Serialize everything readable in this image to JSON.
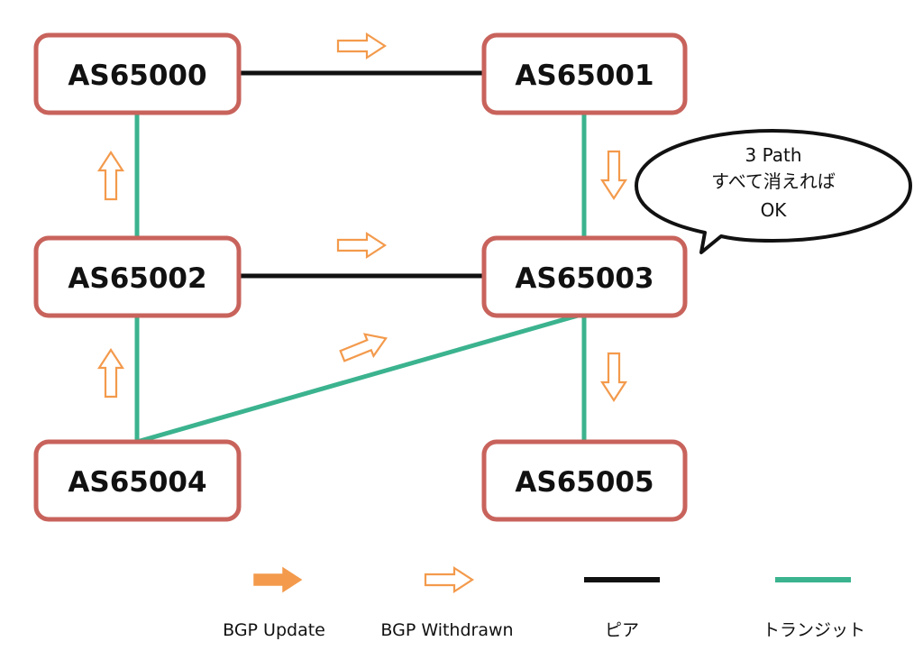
{
  "nodes": {
    "as65000": "AS65000",
    "as65001": "AS65001",
    "as65002": "AS65002",
    "as65003": "AS65003",
    "as65004": "AS65004",
    "as65005": "AS65005"
  },
  "callout": {
    "line1": "3 Path",
    "line2": "すべて消えれば",
    "line3": "OK"
  },
  "legend": {
    "update": "BGP Update",
    "withdrawn": "BGP Withdrawn",
    "peer": "ピア",
    "transit": "トランジット"
  },
  "colors": {
    "node_border": "#c8635c",
    "arrow": "#f39a4c",
    "peer_line": "#111111",
    "transit_line": "#3bb38e"
  }
}
